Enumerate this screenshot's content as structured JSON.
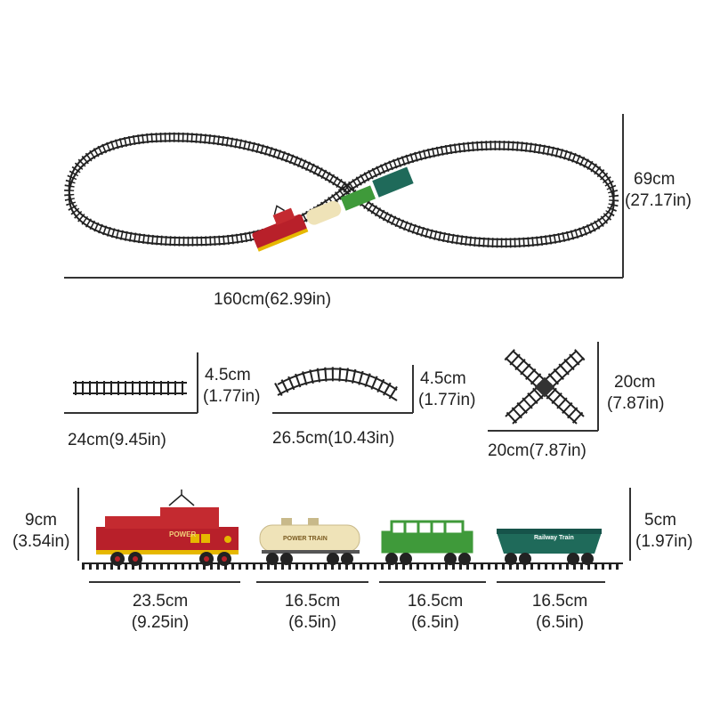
{
  "overall": {
    "height_cm": "69cm",
    "height_in": "(27.17in)",
    "width": "160cm(62.99in)"
  },
  "pieces": {
    "straight": {
      "height_cm": "4.5cm",
      "height_in": "(1.77in)",
      "length": "24cm(9.45in)"
    },
    "curved": {
      "height_cm": "4.5cm",
      "height_in": "(1.77in)",
      "length": "26.5cm(10.43in)"
    },
    "cross": {
      "height_cm": "20cm",
      "height_in": "(7.87in)",
      "width": "20cm(7.87in)"
    }
  },
  "cars": {
    "height_left_cm": "9cm",
    "height_left_in": "(3.54in)",
    "height_right_cm": "5cm",
    "height_right_in": "(1.97in)",
    "locomotive": {
      "cm": "23.5cm",
      "in": "(9.25in)",
      "text": "POWER"
    },
    "tanker": {
      "cm": "16.5cm",
      "in": "(6.5in)",
      "text": "POWER TRAIN"
    },
    "flatcar": {
      "cm": "16.5cm",
      "in": "(6.5in)"
    },
    "hopper": {
      "cm": "16.5cm",
      "in": "(6.5in)",
      "text": "Railway Train"
    }
  },
  "colors": {
    "loco_red": "#b8202a",
    "tanker_cream": "#efe3b8",
    "flat_green": "#3f9a3a",
    "hopper_teal": "#1f6a5a",
    "track": "#222222"
  }
}
